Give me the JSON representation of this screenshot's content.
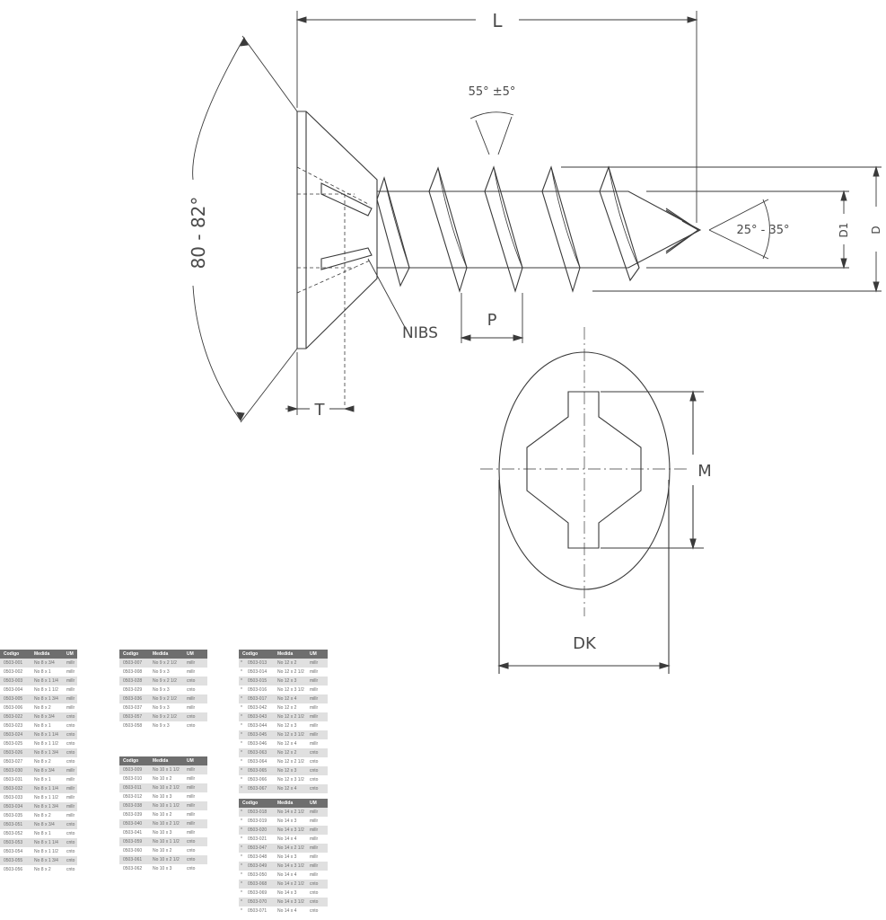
{
  "drawing": {
    "labels": {
      "length": "L",
      "head_angle": "80 - 82°",
      "thread_angle": "55° ±5°",
      "point_angle": "25° - 35°",
      "minor_diameter": "D1",
      "major_diameter": "D",
      "nibs": "NIBS",
      "pitch": "P",
      "head_thickness": "T",
      "recess_size": "M",
      "head_diameter": "DK"
    }
  },
  "tables": [
    {
      "headers": [
        "Codigo",
        "Medida",
        "UM"
      ],
      "rows": [
        [
          "0503-001",
          "No 8 x 3/4",
          "millr"
        ],
        [
          "0503-002",
          "No 8 x 1",
          "millr"
        ],
        [
          "0503-003",
          "No 8 x 1 1/4",
          "millr"
        ],
        [
          "0503-004",
          "No 8 x 1 1/2",
          "millr"
        ],
        [
          "0503-005",
          "No 8 x 1 3/4",
          "millr"
        ],
        [
          "0503-006",
          "No 8 x 2",
          "millr"
        ],
        [
          "0503-022",
          "No 8 x 3/4",
          "cnto"
        ],
        [
          "0503-023",
          "No 8 x 1",
          "cnto"
        ],
        [
          "0503-024",
          "No 8 x 1 1/4",
          "cnto"
        ],
        [
          "0503-025",
          "No 8 x 1 1/2",
          "cnto"
        ],
        [
          "0503-026",
          "No 8 x 1 3/4",
          "cnto"
        ],
        [
          "0503-027",
          "No 8 x 2",
          "cnto"
        ],
        [
          "0503-030",
          "No 8 x 3/4",
          "millr"
        ],
        [
          "0503-031",
          "No 8 x 1",
          "millr"
        ],
        [
          "0503-032",
          "No 8 x 1 1/4",
          "millr"
        ],
        [
          "0503-033",
          "No 8 x 1 1/2",
          "millr"
        ],
        [
          "0503-034",
          "No 8 x 1 3/4",
          "millr"
        ],
        [
          "0503-035",
          "No 8 x 2",
          "millr"
        ],
        [
          "0503-051",
          "No 8 x 3/4",
          "cnto"
        ],
        [
          "0503-052",
          "No 8 x 1",
          "cnto"
        ],
        [
          "0503-053",
          "No 8 x 1 1/4",
          "cnto"
        ],
        [
          "0503-054",
          "No 8 x 1 1/2",
          "cnto"
        ],
        [
          "0503-055",
          "No 8 x 1 3/4",
          "cnto"
        ],
        [
          "0503-056",
          "No 8 x 2",
          "cnto"
        ]
      ]
    },
    {
      "headers": [
        "Codigo",
        "Medida",
        "UM"
      ],
      "rows": [
        [
          "0503-007",
          "No 9 x 2 1/2",
          "millr"
        ],
        [
          "0503-008",
          "No 9 x 3",
          "millr"
        ],
        [
          "0503-028",
          "No 9 x 2 1/2",
          "cnto"
        ],
        [
          "0503-029",
          "No 9 x 3",
          "cnto"
        ],
        [
          "0503-036",
          "No 9 x 2 1/2",
          "millr"
        ],
        [
          "0503-037",
          "No 9 x 3",
          "millr"
        ],
        [
          "0503-057",
          "No 9 x 2 1/2",
          "cnto"
        ],
        [
          "0503-058",
          "No 9 x 3",
          "cnto"
        ]
      ]
    },
    {
      "headers": [
        "Codigo",
        "Medida",
        "UM"
      ],
      "rows": [
        [
          "0503-009",
          "No 10 x 1 1/2",
          "millr"
        ],
        [
          "0503-010",
          "No 10 x 2",
          "millr"
        ],
        [
          "0503-011",
          "No 10 x 2 1/2",
          "millr"
        ],
        [
          "0503-012",
          "No 10 x 3",
          "millr"
        ],
        [
          "0503-038",
          "No 10 x 1 1/2",
          "millr"
        ],
        [
          "0503-039",
          "No 10 x 2",
          "millr"
        ],
        [
          "0503-040",
          "No 10 x 2 1/2",
          "millr"
        ],
        [
          "0503-041",
          "No 10 x 3",
          "millr"
        ],
        [
          "0503-059",
          "No 10 x 1 1/2",
          "cnto"
        ],
        [
          "0503-060",
          "No 10 x 2",
          "cnto"
        ],
        [
          "0503-061",
          "No 10 x 2 1/2",
          "cnto"
        ],
        [
          "0503-062",
          "No 10 x 3",
          "cnto"
        ]
      ]
    },
    {
      "headers": [
        "Codigo",
        "Medida",
        "UM"
      ],
      "rows": [
        [
          "*",
          "0503-013",
          "No 12 x 2",
          "millr"
        ],
        [
          "*",
          "0503-014",
          "No 12 x 2 1/2",
          "millr"
        ],
        [
          "*",
          "0503-015",
          "No 12 x 3",
          "millr"
        ],
        [
          "*",
          "0503-016",
          "No 12 x 3 1/2",
          "millr"
        ],
        [
          "*",
          "0503-017",
          "No 12 x 4",
          "millr"
        ],
        [
          "*",
          "0503-042",
          "No 12 x 2",
          "millr"
        ],
        [
          "*",
          "0503-043",
          "No 12 x 2 1/2",
          "millr"
        ],
        [
          "*",
          "0503-044",
          "No 12 x 3",
          "millr"
        ],
        [
          "*",
          "0503-045",
          "No 12 x 3 1/2",
          "millr"
        ],
        [
          "*",
          "0503-046",
          "No 12 x 4",
          "millr"
        ],
        [
          "*",
          "0503-063",
          "No 12 x 2",
          "cnto"
        ],
        [
          "*",
          "0503-064",
          "No 12 x 2 1/2",
          "cnto"
        ],
        [
          "*",
          "0503-065",
          "No 12 x 3",
          "cnto"
        ],
        [
          "*",
          "0503-066",
          "No 12 x 3 1/2",
          "cnto"
        ],
        [
          "*",
          "0503-067",
          "No 12 x 4",
          "cnto"
        ]
      ]
    },
    {
      "headers": [
        "Codigo",
        "Medida",
        "UM"
      ],
      "rows": [
        [
          "*",
          "0503-018",
          "No 14 x 2 1/2",
          "millr"
        ],
        [
          "*",
          "0503-019",
          "No 14 x 3",
          "millr"
        ],
        [
          "*",
          "0503-020",
          "No 14 x 3 1/2",
          "millr"
        ],
        [
          "*",
          "0503-021",
          "No 14 x 4",
          "millr"
        ],
        [
          "*",
          "0503-047",
          "No 14 x 2 1/2",
          "millr"
        ],
        [
          "*",
          "0503-048",
          "No 14 x 3",
          "millr"
        ],
        [
          "*",
          "0503-049",
          "No 14 x 3 1/2",
          "millr"
        ],
        [
          "*",
          "0503-050",
          "No 14 x 4",
          "millr"
        ],
        [
          "*",
          "0503-068",
          "No 14 x 2 1/2",
          "cnto"
        ],
        [
          "*",
          "0503-069",
          "No 14 x 3",
          "cnto"
        ],
        [
          "*",
          "0503-070",
          "No 14 x 3 1/2",
          "cnto"
        ],
        [
          "*",
          "0503-071",
          "No 14 x 4",
          "cnto"
        ]
      ]
    }
  ]
}
